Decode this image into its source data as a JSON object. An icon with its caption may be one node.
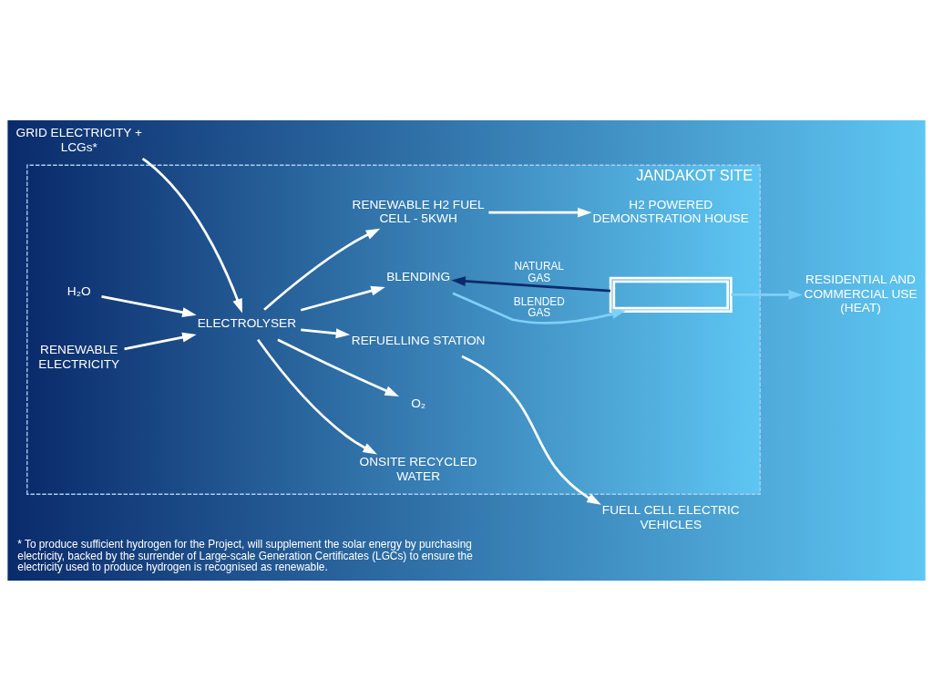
{
  "diagram": {
    "caption": "* To produce sufficient hydrogen for the Project, will supplement the solar energy by purchasing electricity, backed by the surrender of Large-scale Generation Certificates (LGCs) to ensure the electricity used to produce hydrogen is recognised as renewable.",
    "nodes": [
      {
        "text": [
          "JANDAKOT SITE"
        ]
      },
      {
        "text": [
          "GRID ELECTRICITY + LCGs*"
        ]
      },
      {
        "text": [
          "H₂O"
        ],
        "in": 0
      },
      {
        "text": [
          "RENEWABLE ELECTRICITY"
        ],
        "in": 0
      },
      {
        "text": [
          "ONSITE RECYCLED WATER"
        ],
        "in": 0
      },
      {
        "text": [
          "O₂"
        ],
        "in": 0
      },
      {
        "text": [
          "ELECTROLYSER"
        ],
        "in": 0
      },
      {
        "text": [
          "REFUELLING STATION"
        ],
        "in": 0
      },
      {
        "text": [
          "BLENDING"
        ],
        "in": 0
      },
      {
        "text": [
          "RENEWABLE H2 FUEL CELL - 5KWH"
        ],
        "in": 0
      },
      {
        "text": [
          "H2 POWERED DEMONSTRATION HOUSE"
        ],
        "in": 0
      },
      {
        "text": [],
        "shape": "picture",
        "in": 0
      },
      {
        "text": [
          "FUELL CELL ELECTRIC VEHICLES"
        ]
      },
      {
        "text": [
          "RESIDENTIAL AND COMMERCIAL USE (HEAT)"
        ]
      }
    ],
    "edges": [
      {
        "from": 1,
        "to": 6,
        "arrow": "to"
      },
      {
        "from": 2,
        "to": 6,
        "arrow": "to"
      },
      {
        "from": 3,
        "to": 6,
        "arrow": "to"
      },
      {
        "from": 6,
        "to": 4,
        "arrow": "to"
      },
      {
        "from": 6,
        "to": 5,
        "arrow": "to"
      },
      {
        "from": 6,
        "to": 7,
        "arrow": "to"
      },
      {
        "from": 6,
        "to": 8,
        "arrow": "to"
      },
      {
        "from": 6,
        "to": 9,
        "arrow": "to"
      },
      {
        "from": 9,
        "to": 10,
        "arrow": "to"
      },
      {
        "from": 11,
        "to": 8,
        "arrow": "to",
        "label": "NATURAL GAS",
        "color": "#0d2a6b"
      },
      {
        "from": 8,
        "to": 11,
        "arrow": "to",
        "label": "BLENDED GAS",
        "color": "#7fd0f7"
      },
      {
        "from": 7,
        "to": 12,
        "arrow": "to"
      },
      {
        "from": 11,
        "to": 13,
        "arrow": "to",
        "color": "#7fd0f7"
      }
    ]
  }
}
